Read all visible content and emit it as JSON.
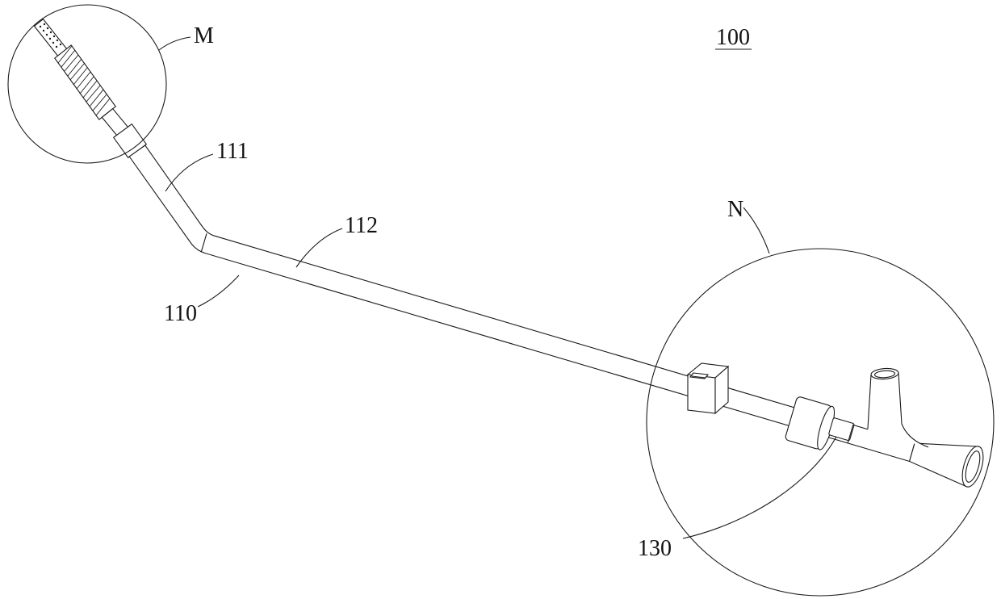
{
  "figure": {
    "figure_number": "100",
    "labels": {
      "detail_m": "M",
      "detail_n": "N",
      "part_110": "110",
      "part_111": "111",
      "part_112": "112",
      "part_130": "130"
    },
    "colors": {
      "ink": "#1a1a1a",
      "background": "#ffffff"
    }
  }
}
